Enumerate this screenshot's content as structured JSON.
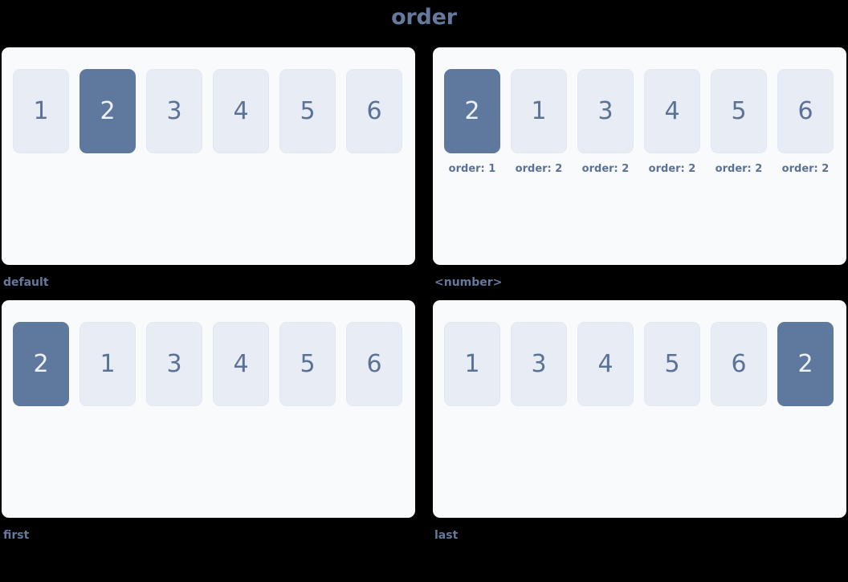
{
  "title": "order",
  "colors": {
    "background": "#000000",
    "panel_background": "#f8fafc",
    "item_background": "#e8edf5",
    "item_text": "#5a7296",
    "highlight_background": "#5f789d",
    "highlight_text": "#eef2f8",
    "caption_text": "#64799b"
  },
  "panels": [
    {
      "caption": "default",
      "items": [
        {
          "label": "1",
          "highlight": false,
          "order_label": ""
        },
        {
          "label": "2",
          "highlight": true,
          "order_label": ""
        },
        {
          "label": "3",
          "highlight": false,
          "order_label": ""
        },
        {
          "label": "4",
          "highlight": false,
          "order_label": ""
        },
        {
          "label": "5",
          "highlight": false,
          "order_label": ""
        },
        {
          "label": "6",
          "highlight": false,
          "order_label": ""
        }
      ]
    },
    {
      "caption": "<number>",
      "items": [
        {
          "label": "2",
          "highlight": true,
          "order_label": "order: 1"
        },
        {
          "label": "1",
          "highlight": false,
          "order_label": "order: 2"
        },
        {
          "label": "3",
          "highlight": false,
          "order_label": "order: 2"
        },
        {
          "label": "4",
          "highlight": false,
          "order_label": "order: 2"
        },
        {
          "label": "5",
          "highlight": false,
          "order_label": "order: 2"
        },
        {
          "label": "6",
          "highlight": false,
          "order_label": "order: 2"
        }
      ]
    },
    {
      "caption": "first",
      "items": [
        {
          "label": "2",
          "highlight": true,
          "order_label": ""
        },
        {
          "label": "1",
          "highlight": false,
          "order_label": ""
        },
        {
          "label": "3",
          "highlight": false,
          "order_label": ""
        },
        {
          "label": "4",
          "highlight": false,
          "order_label": ""
        },
        {
          "label": "5",
          "highlight": false,
          "order_label": ""
        },
        {
          "label": "6",
          "highlight": false,
          "order_label": ""
        }
      ]
    },
    {
      "caption": "last",
      "items": [
        {
          "label": "1",
          "highlight": false,
          "order_label": ""
        },
        {
          "label": "3",
          "highlight": false,
          "order_label": ""
        },
        {
          "label": "4",
          "highlight": false,
          "order_label": ""
        },
        {
          "label": "5",
          "highlight": false,
          "order_label": ""
        },
        {
          "label": "6",
          "highlight": false,
          "order_label": ""
        },
        {
          "label": "2",
          "highlight": true,
          "order_label": ""
        }
      ]
    }
  ]
}
